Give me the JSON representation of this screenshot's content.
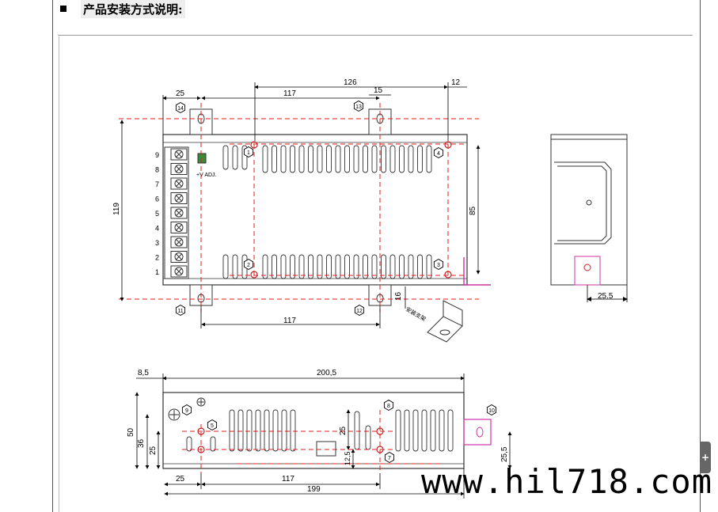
{
  "header": {
    "title": "产品安装方式说明:"
  },
  "top_view": {
    "dims": {
      "w126": "126",
      "w117_top": "117",
      "w25_top": "25",
      "w15": "15",
      "w12": "12",
      "h119": "119",
      "h85": "85",
      "h16": "16",
      "w117_bottom": "117"
    },
    "terminal_numbers": [
      "9",
      "8",
      "7",
      "6",
      "5",
      "4",
      "3",
      "2",
      "1"
    ],
    "adj_label": "+V ADJ.",
    "callouts": [
      "14",
      "13",
      "1",
      "4",
      "2",
      "3",
      "11",
      "12"
    ],
    "bracket_label": "安装支架"
  },
  "side_view": {
    "dims": {
      "w25_5": "25.5"
    }
  },
  "bottom_view": {
    "dims": {
      "w8_5": "8,5",
      "w200_5": "200,5",
      "h50": "50",
      "h36": "36",
      "h25": "25",
      "w25": "25",
      "w117": "117",
      "w199": "199",
      "h25_mid": "25",
      "h12_5": "12,5",
      "h25_5": "25,5"
    },
    "callouts": [
      "9",
      "5",
      "8",
      "7",
      "10"
    ]
  },
  "colors": {
    "dimension": "#000000",
    "outline": "#333333",
    "center_line": "#e0201c",
    "tab": "#cc33aa"
  },
  "watermark": "www.hil718.com",
  "side_tab_label": "+"
}
